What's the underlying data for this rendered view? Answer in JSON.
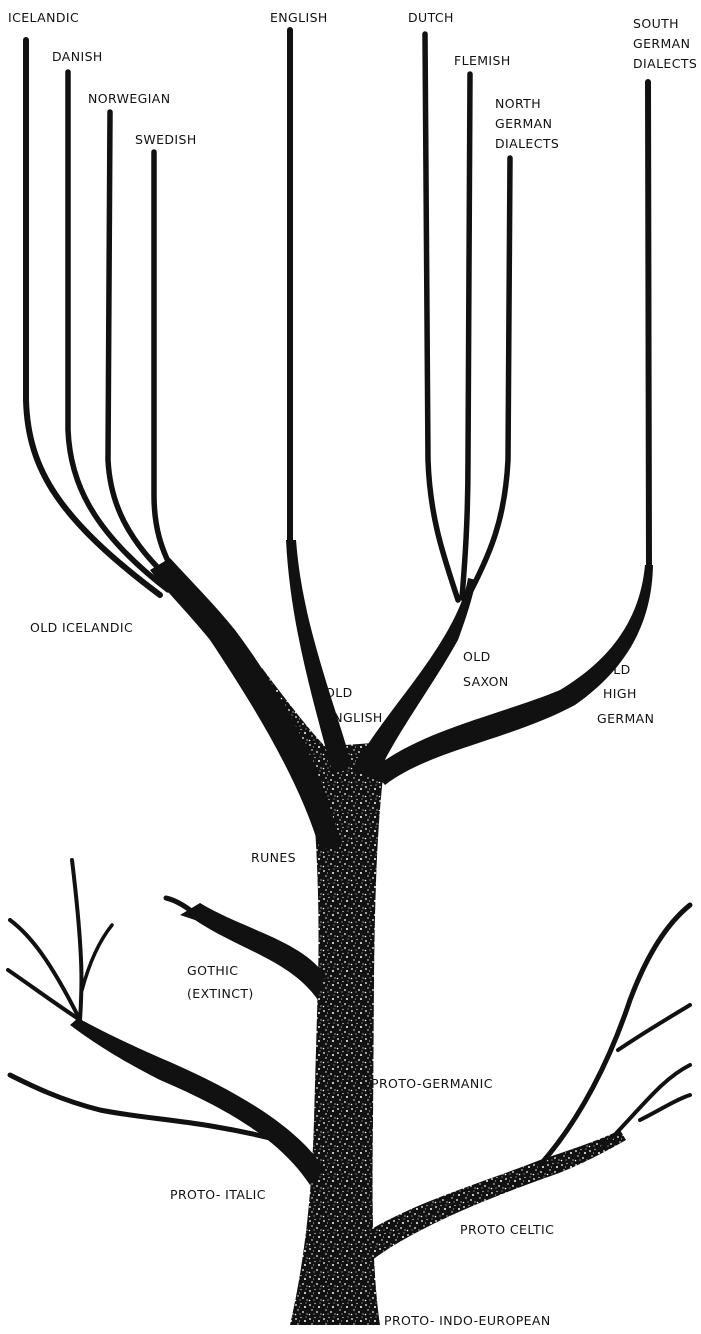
{
  "colors": {
    "ink": "#111111",
    "background": "#ffffff",
    "speckle": "#ffffff"
  },
  "labels": {
    "icelandic": "ICELANDIC",
    "danish": "DANISH",
    "norwegian": "NORWEGIAN",
    "swedish": "SWEDISH",
    "english": "ENGLISH",
    "dutch": "DUTCH",
    "flemish": "FLEMISH",
    "north_german": [
      "NORTH",
      "GERMAN",
      "DIALECTS"
    ],
    "south_german": [
      "SOUTH",
      "GERMAN",
      "DIALECTS"
    ],
    "old_icelandic": "OLD ICELANDIC",
    "old_english": [
      "OLD",
      "ENGLISH"
    ],
    "old_saxon": [
      "OLD",
      "SAXON"
    ],
    "old_high_german": [
      "OLD",
      "HIGH",
      "GERMAN"
    ],
    "runes": "RUNES",
    "gothic": [
      "GOTHIC",
      "(EXTINCT)"
    ],
    "proto_germanic": "PROTO-GERMANIC",
    "proto_italic": "PROTO- ITALIC",
    "proto_celtic": "PROTO CELTIC",
    "proto_indo_european": "PROTO- INDO-EUROPEAN"
  }
}
